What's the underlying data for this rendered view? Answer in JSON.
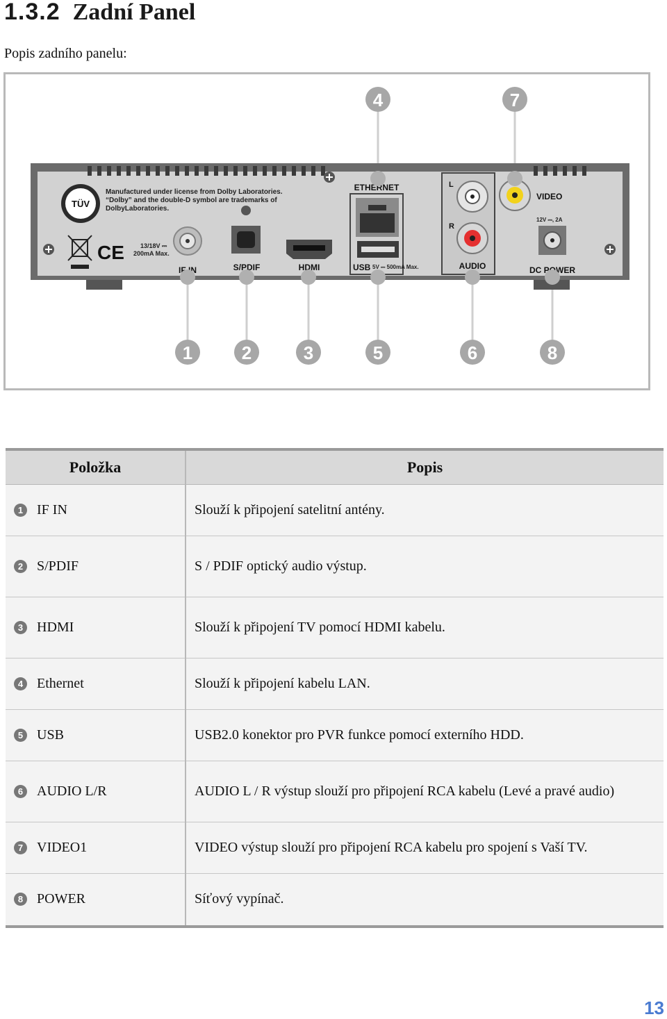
{
  "heading": {
    "number": "1.3.2",
    "title": "Zadní Panel"
  },
  "subtitle": "Popis zadního panelu:",
  "figure": {
    "panel_labels": {
      "if_in": "IF IN",
      "spdif": "S/PDIF",
      "hdmi": "HDMI",
      "ethernet": "ETHERNET",
      "usb": "USB",
      "usb_rating": "5V ⎓ 500mA Max.",
      "audio": "AUDIO",
      "audio_l": "L",
      "audio_r": "R",
      "video": "VIDEO",
      "dc_power": "DC POWER",
      "dc_rating": "12V ⎓, 2A",
      "if_rating_1": "13/18V ⎓",
      "if_rating_2": "200mA Max.",
      "tuv": "TÜV",
      "dolby_1": "Manufactured under license from Dolby Laboratories.",
      "dolby_2": "“Dolby” and the double-D symbol are trademarks of",
      "dolby_3": "DolbyLaboratories.",
      "ce": "CE"
    },
    "callouts_top": [
      "4",
      "7"
    ],
    "callouts_bottom": [
      "1",
      "2",
      "3",
      "5",
      "6",
      "8"
    ]
  },
  "table": {
    "headers": {
      "item": "Položka",
      "desc": "Popis"
    },
    "rows": [
      {
        "n": "1",
        "item": "IF IN",
        "desc": "Slouží k připojení satelitní antény."
      },
      {
        "n": "2",
        "item": "S/PDIF",
        "desc": "S / PDIF optický audio výstup."
      },
      {
        "n": "3",
        "item": "HDMI",
        "desc": "Slouží k připojení TV pomocí HDMI kabelu."
      },
      {
        "n": "4",
        "item": "Ethernet",
        "desc": "Slouží k připojení kabelu LAN."
      },
      {
        "n": "5",
        "item": "USB",
        "desc": "USB2.0 konektor pro PVR funkce pomocí externího HDD."
      },
      {
        "n": "6",
        "item": "AUDIO L/R",
        "desc": "AUDIO L / R výstup slouží pro připojení RCA kabelu (Levé a pravé audio)"
      },
      {
        "n": "7",
        "item": "VIDEO1",
        "desc": "VIDEO výstup slouží pro připojení RCA kabelu pro spojení s Vaší TV."
      },
      {
        "n": "8",
        "item": "POWER",
        "desc": "Síťový vypínač."
      }
    ]
  },
  "page_number": "13"
}
